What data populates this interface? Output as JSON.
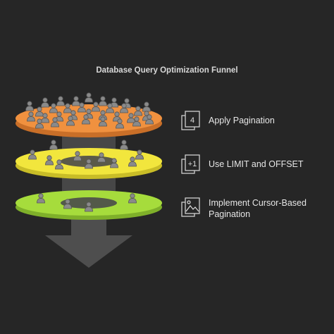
{
  "title": "Database Query Optimization Funnel",
  "steps": [
    {
      "label": "Apply Pagination",
      "icon": "page-stack-icon",
      "icon_text": "4"
    },
    {
      "label": "Use LIMIT and OFFSET",
      "icon": "plus-one-icon",
      "icon_text": "+1"
    },
    {
      "label": "Implement Cursor-Based Pagination",
      "icon": "image-frame-icon"
    }
  ],
  "layers": [
    {
      "name": "orange-layer",
      "color": "#f0913f",
      "people": 34
    },
    {
      "name": "yellow-layer",
      "color": "#f2e63d",
      "people": 11
    },
    {
      "name": "green-layer",
      "color": "#a6dc3c",
      "people": 4
    }
  ],
  "colors": {
    "background": "#262626",
    "column": "#4a4a4a",
    "arrow": "#4e4e4e",
    "person": "#8a8a8a"
  }
}
